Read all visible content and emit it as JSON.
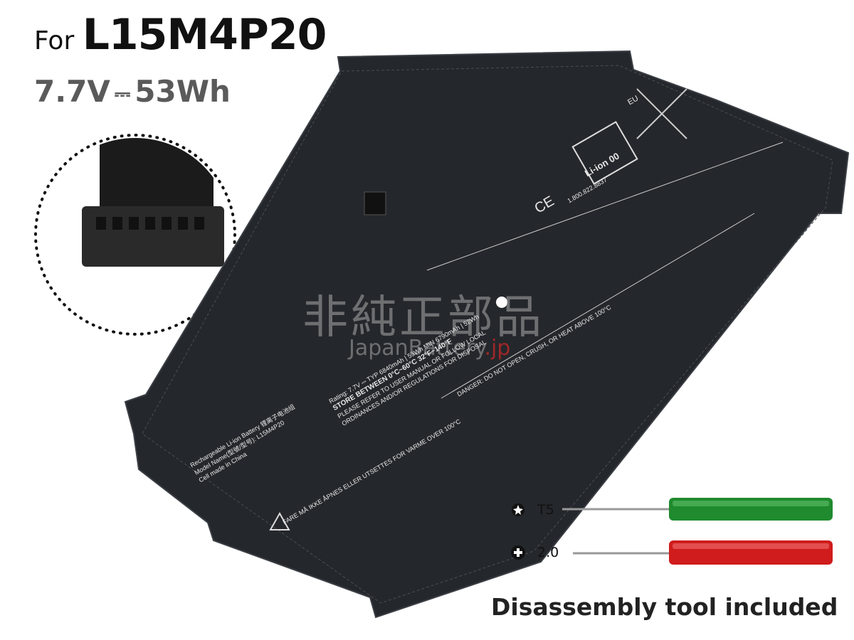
{
  "header": {
    "prefix": "For",
    "model": "L15M4P20"
  },
  "spec": {
    "voltage": "7.7V",
    "dc_symbol": "⎓",
    "capacity": "53Wh"
  },
  "battery_label": {
    "line1": "Rating: 7.7V ⎓ TYP 6840mAh | 53Wh MIN 6790mAh | 52Wh",
    "line2": "STORE BETWEEN 0°C~60°C 32°F~140°F",
    "line3": "PLEASE REFER TO USER MANUAL OR FOLLOW LOCAL",
    "line4": "ORDINANCES AND/OR REGULATIONS FOR DISPOSAL",
    "model_line1": "Rechargeable Li-ion Battery 锂离子电池组",
    "model_line2": "Model Name(型號/型号): L15M4P20",
    "model_line3": "Cell made in China",
    "danger": "DANGER: DO NOT OPEN, CRUSH, OR HEAT ABOVE 100°C",
    "fare": "FARE  MÅ IKKE ÅPNES ELLER UTSETTES FOR VARME OVER 100°C",
    "recycle": "Li-ion 00",
    "recycle_phone": "1.800.822.8837",
    "ce": "CE",
    "eu": "EU"
  },
  "watermark": {
    "cjk": "非純正部品",
    "site": "JapanBattery",
    "site_suffix": ".jp"
  },
  "tools": [
    {
      "label": "T5",
      "icon": "torx-icon",
      "handle_color": "#1f8a2e"
    },
    {
      "label": "2.0",
      "icon": "phillips-icon",
      "handle_color": "#d01c1c"
    }
  ],
  "caption": "Disassembly tool included",
  "colors": {
    "battery": "#24272b",
    "title": "#111111",
    "spec": "#5a5a5a"
  }
}
